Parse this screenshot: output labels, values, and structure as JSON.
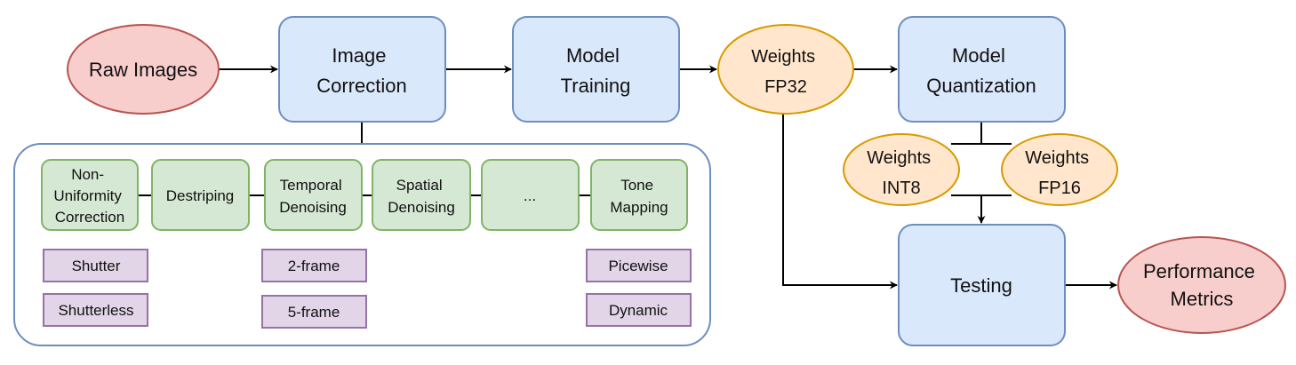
{
  "nodes": {
    "raw_images": [
      "Raw Images"
    ],
    "image_correction": [
      "Image",
      "Correction"
    ],
    "model_training": [
      "Model",
      "Training"
    ],
    "weights_fp32": [
      "Weights",
      "FP32"
    ],
    "model_quantization": [
      "Model",
      "Quantization"
    ],
    "weights_int8": [
      "Weights",
      "INT8"
    ],
    "weights_fp16": [
      "Weights",
      "FP16"
    ],
    "testing": [
      "Testing"
    ],
    "performance_metrics": [
      "Performance",
      "Metrics"
    ]
  },
  "correction_steps": {
    "nuc": [
      "Non-",
      "Uniformity",
      "Correction"
    ],
    "destriping": [
      "Destriping"
    ],
    "temporal": [
      "Temporal",
      "Denoising"
    ],
    "spatial": [
      "Spatial",
      "Denoising"
    ],
    "ellipsis": [
      "..."
    ],
    "tone": [
      "Tone",
      "Mapping"
    ]
  },
  "options": {
    "shutter": "Shutter",
    "shutterless": "Shutterless",
    "two_frame": "2-frame",
    "five_frame": "5-frame",
    "picewise": "Picewise",
    "dynamic": "Dynamic"
  },
  "colors": {
    "blue_fill": "#dae8fc",
    "blue_stroke": "#6c8ebf",
    "red_fill": "#f8cecc",
    "red_stroke": "#b85450",
    "orange_fill": "#ffe6cc",
    "orange_stroke": "#d79b00",
    "green_fill": "#d5e8d4",
    "green_stroke": "#82b366",
    "purple_fill": "#e1d5e7",
    "purple_stroke": "#9673a6"
  }
}
